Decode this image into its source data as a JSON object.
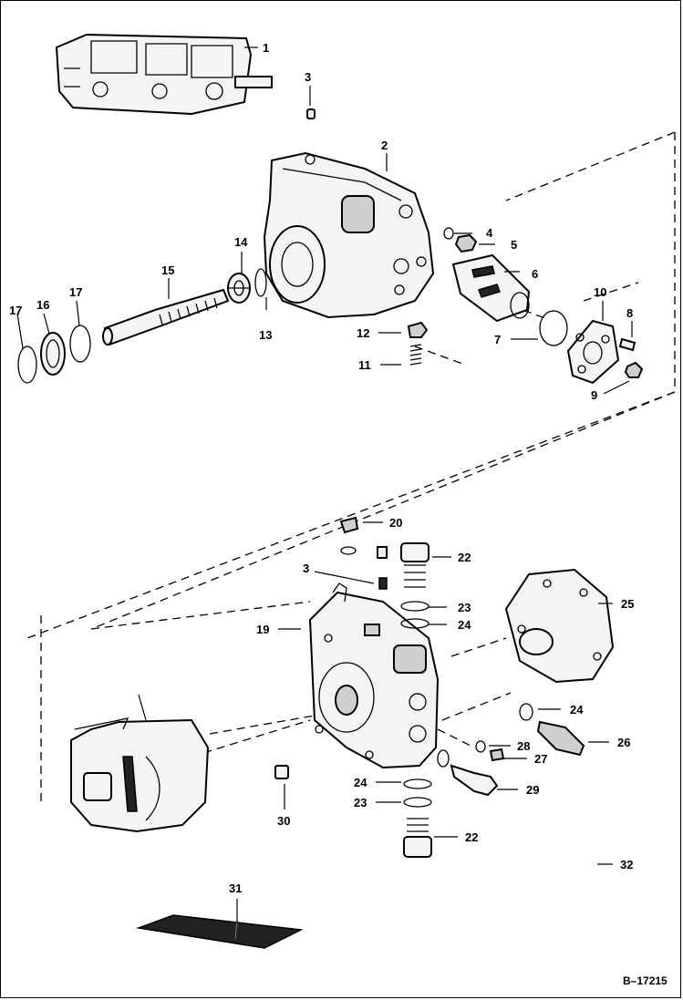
{
  "figure": {
    "reference": "B–17215",
    "callouts": [
      {
        "id": "c1",
        "label": "1"
      },
      {
        "id": "c2",
        "label": "2"
      },
      {
        "id": "c3a",
        "label": "3"
      },
      {
        "id": "c4",
        "label": "4"
      },
      {
        "id": "c5",
        "label": "5"
      },
      {
        "id": "c6",
        "label": "6"
      },
      {
        "id": "c7",
        "label": "7"
      },
      {
        "id": "c8",
        "label": "8"
      },
      {
        "id": "c9",
        "label": "9"
      },
      {
        "id": "c10",
        "label": "10"
      },
      {
        "id": "c11",
        "label": "11"
      },
      {
        "id": "c12",
        "label": "12"
      },
      {
        "id": "c13",
        "label": "13"
      },
      {
        "id": "c14",
        "label": "14"
      },
      {
        "id": "c15",
        "label": "15"
      },
      {
        "id": "c16",
        "label": "16"
      },
      {
        "id": "c17a",
        "label": "17"
      },
      {
        "id": "c17b",
        "label": "17"
      },
      {
        "id": "c20",
        "label": "20"
      },
      {
        "id": "c3b",
        "label": "3"
      },
      {
        "id": "c22a",
        "label": "22"
      },
      {
        "id": "c23a",
        "label": "23"
      },
      {
        "id": "c24a",
        "label": "24"
      },
      {
        "id": "c19",
        "label": "19"
      },
      {
        "id": "c25",
        "label": "25"
      },
      {
        "id": "c24b",
        "label": "24"
      },
      {
        "id": "c26",
        "label": "26"
      },
      {
        "id": "c28",
        "label": "28"
      },
      {
        "id": "c27",
        "label": "27"
      },
      {
        "id": "c29",
        "label": "29"
      },
      {
        "id": "c24c",
        "label": "24"
      },
      {
        "id": "c23b",
        "label": "23"
      },
      {
        "id": "c22b",
        "label": "22"
      },
      {
        "id": "c30",
        "label": "30"
      },
      {
        "id": "c32",
        "label": "32"
      },
      {
        "id": "c31",
        "label": "31"
      }
    ]
  }
}
